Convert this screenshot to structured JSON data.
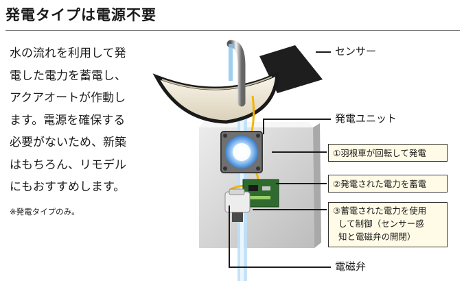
{
  "heading": "発電タイプは電源不要",
  "description_lines": [
    "水の流れを利用して発",
    "電した電力を蓄電し、",
    "アクアオートが作動し",
    "ます。電源を確保する",
    "必要がないため、新築",
    "はもちろん、リモデル",
    "にもおすすめします。"
  ],
  "footnote": "※発電タイプのみ。",
  "labels": {
    "sensor": "センサー",
    "generator_unit": "発電ユニット",
    "solenoid_valve": "電磁弁"
  },
  "callouts": [
    "①羽根車が回転して発電",
    "②発電された電力を蓄電",
    "③蓄電された電力を使用して制御（センサー感知と電磁弁の開閉）"
  ],
  "callout3_lines": [
    "③蓄電された電力を使用",
    "して制御（センサー感",
    "知と電磁弁の開閉）"
  ],
  "colors": {
    "callout_fill": "#fffbe6",
    "wire_yellow": "#f2b600",
    "water_blue": "#8ec6f0",
    "sensor_panel": "#1e1e1e",
    "basin": "#f1ead6"
  }
}
